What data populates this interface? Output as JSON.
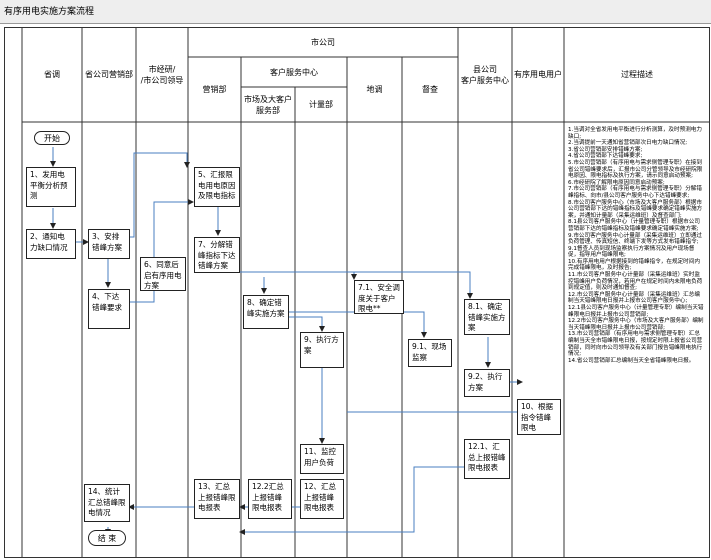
{
  "title": "有序用电实施方案流程",
  "headers": {
    "col_provincial_dispatch": "省调",
    "col_provincial_marketing": "省公司营销部",
    "col_city_leader": "市经研/\n/市公司领导",
    "city_company": "市公司",
    "col_marketing": "营销部",
    "customer_center": "客户服务中心",
    "col_market_customer": "市场及大客户\n服务部",
    "col_metering": "计量部",
    "col_local_dispatch": "地调",
    "col_inspection": "督查",
    "col_county": "县公司\n客户服务中心",
    "col_users": "有序用电用户",
    "col_description": "过程描述"
  },
  "steps": {
    "start": "开始",
    "s1": "1、发用电平衡分析预测",
    "s2": "2、通知电力缺口情况",
    "s3": "3、安排错峰方案",
    "s4": "4、下达错峰要求",
    "s5": "5、汇报限电用电原因及限电指标",
    "s6": "6、同意后启有序用电方案",
    "s7": "7、分解错峰指标下达错峰方案",
    "s71": "7.1、安全调度关于客户限电**",
    "s8": "8、确定错峰实施方案",
    "s81": "8.1、确定错峰实施方案",
    "s9": "9、执行方案",
    "s91": "9.1、现场监察",
    "s92": "9.2、执行方案",
    "s10": "10、根据指令错峰限电",
    "s11": "11、监控用户负荷",
    "s121": "12.1、汇总上报错峰限电报表",
    "s12": "12、汇总上报错峰限电报表",
    "s122": "12.2汇总上报错峰限电报表",
    "s13": "13、汇总上报错峰限电报表",
    "s14": "14、统计汇总错峰限电情况",
    "end": "结 束"
  },
  "description": "1.当调对全省发用电平衡进行分析测算，及时预测电力缺口;\n2.当调提前一天通知省营销部次日电力缺口情况;\n3.省公司营销部安排错峰方案;\n4.省公司营销部下达错峰要求;\n5.市公司营销部（有序用电与需求侧管理专职）在接到省公司错峰要求后，汇报市公司分管领导及市经研院限电原因、限电指标及执行方案，请示同意启动预案;\n6.市经研院了解限电原因同意启动预案;\n7.市公司营销部（有序用电与需求侧管理专职）分解错峰指标、向市/县公司客户服务中心下达错峰要求;\n8.市公司客户服务中心（市场及大客户服务部）根据市公司营销部下达的错峰指标及错峰要求确定错峰实施方案，并通知计量部（采集运维班）及督查部门;\n8.1县公司客户服务中心（计量管理专职）根据市公司营销部下达的错峰指标及错峰要求确定错峰实施方案;\n9.市公司客户服务中心计量部（采集运维班）立即通过负荷管理、传真短信、终端下发等方式发布错峰指令;\n9.1督查人员到现场监察执行方案情况及用户现场督促，指导用户错峰限电;\n10.有序用电用户根据接到的错峰指令，在规定时间内完成错峰限电，及时报告;\n11.市公司客户服务中心计量部（采集运维班）实时监控错峰用户负荷情况，若用户在规定时间内未限电负荷到规定值，则及时通知督查;\n12.市公司客户服务中心计量部（采集运维班）汇总编制当天错峰限电日报并上报市公司客户服务中心;\n12.1县公司客户服务中心（计量管理专职）编制当天错峰限电日报并上报市公司营销部;\n12.2市公司客户服务中心（市场及大客户服务部）编制当天错峰限电日报并上报市公司营销部;\n13.市公司营销部（有序用电与需求侧管理专职）汇总编制当天全市错峰限电日报，按规定时限上报省公司营销部，同时向市公司领导及有关部门报告错峰限电执行情况;\n14.省公司营销部汇总编制当天全省错峰限电日报。",
  "colors": {
    "header_bg": "#ffffff",
    "grid": "#333333",
    "title_bg": "#eeeeee"
  }
}
